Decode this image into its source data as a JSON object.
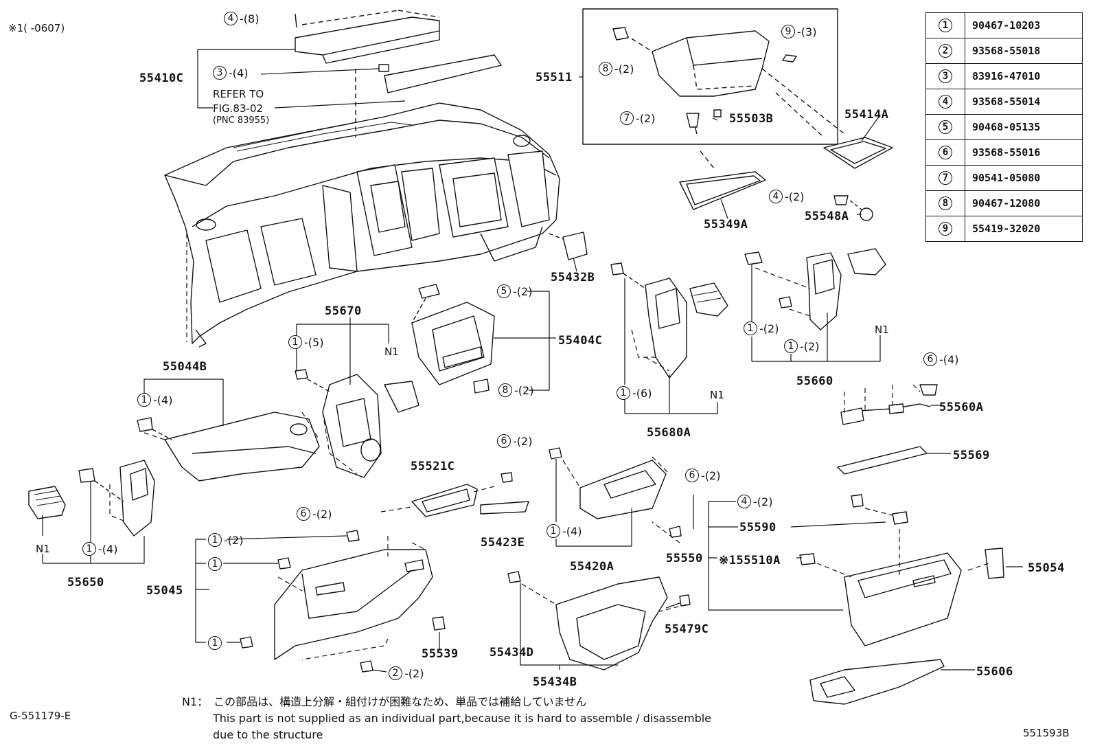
{
  "header_mark": "※1(    -0607)",
  "drawing_code": "G-551179-E",
  "figure_code": "551593B",
  "refer_note": {
    "line1": "REFER TO",
    "line2": "FIG.83-02",
    "line3": "(PNC 83955)"
  },
  "legend": [
    {
      "num": "1",
      "part": "90467-10203"
    },
    {
      "num": "2",
      "part": "93568-55018"
    },
    {
      "num": "3",
      "part": "83916-47010"
    },
    {
      "num": "4",
      "part": "93568-55014"
    },
    {
      "num": "5",
      "part": "90468-05135"
    },
    {
      "num": "6",
      "part": "93568-55016"
    },
    {
      "num": "7",
      "part": "90541-05080"
    },
    {
      "num": "8",
      "part": "90467-12080"
    },
    {
      "num": "9",
      "part": "55419-32020"
    }
  ],
  "part_labels": {
    "p55410C": "55410C",
    "p55511": "55511",
    "p55503B": "55503B",
    "p55414A": "55414A",
    "p55349A": "55349A",
    "p55548A": "55548A",
    "p55432B": "55432B",
    "p55670": "55670",
    "p55404C": "55404C",
    "p55044B": "55044B",
    "p55680A": "55680A",
    "p55660": "55660",
    "p55560A": "55560A",
    "p55569": "55569",
    "p55521C": "55521C",
    "p55423E": "55423E",
    "p55650": "55650",
    "p55420A": "55420A",
    "p55550": "55550",
    "p55590": "55590",
    "p55510A": "※155510A",
    "p55054": "55054",
    "p55045": "55045",
    "p55539": "55539",
    "p55479C": "55479C",
    "p55434D": "55434D",
    "p55434B": "55434B",
    "p55606": "55606"
  },
  "callouts": {
    "c4_8": {
      "num": "4",
      "qty": "-(8)"
    },
    "c3_4": {
      "num": "3",
      "qty": "-(4)"
    },
    "c9_3": {
      "num": "9",
      "qty": "-(3)"
    },
    "c8_2a": {
      "num": "8",
      "qty": "-(2)"
    },
    "c7_2": {
      "num": "7",
      "qty": "-(2)"
    },
    "c4_2a": {
      "num": "4",
      "qty": "-(2)"
    },
    "c5_2": {
      "num": "5",
      "qty": "-(2)"
    },
    "c8_2b": {
      "num": "8",
      "qty": "-(2)"
    },
    "c1_5": {
      "num": "1",
      "qty": "-(5)"
    },
    "c1_4a": {
      "num": "1",
      "qty": "-(4)"
    },
    "c1_6": {
      "num": "1",
      "qty": "-(6)"
    },
    "c1_2a": {
      "num": "1",
      "qty": "-(2)"
    },
    "c1_2b": {
      "num": "1",
      "qty": "-(2)"
    },
    "c6_4": {
      "num": "6",
      "qty": "-(4)"
    },
    "c6_2a": {
      "num": "6",
      "qty": "-(2)"
    },
    "c6_2b": {
      "num": "6",
      "qty": "-(2)"
    },
    "c6_2c": {
      "num": "6",
      "qty": "-(2)"
    },
    "c1_4b": {
      "num": "1",
      "qty": "-(4)"
    },
    "c4_2b": {
      "num": "4",
      "qty": "-(2)"
    },
    "c1_4c": {
      "num": "1",
      "qty": "-(4)"
    },
    "c1_2c": {
      "num": "1",
      "qty": "-(2)"
    },
    "c1_a": {
      "num": "1",
      "qty": ""
    },
    "c1_b": {
      "num": "1",
      "qty": ""
    },
    "c2_2": {
      "num": "2",
      "qty": "-(2)"
    }
  },
  "n1_labels": {
    "a": "N1",
    "b": "N1",
    "c": "N1",
    "d": "N1"
  },
  "footnote": {
    "prefix": "N1：",
    "jp": "この部品は、構造上分解・組付けが困難なため、単品では補給していません",
    "en1": "This part is not supplied as an individual part,because it is hard to assemble / disassemble",
    "en2": "due to the structure"
  }
}
